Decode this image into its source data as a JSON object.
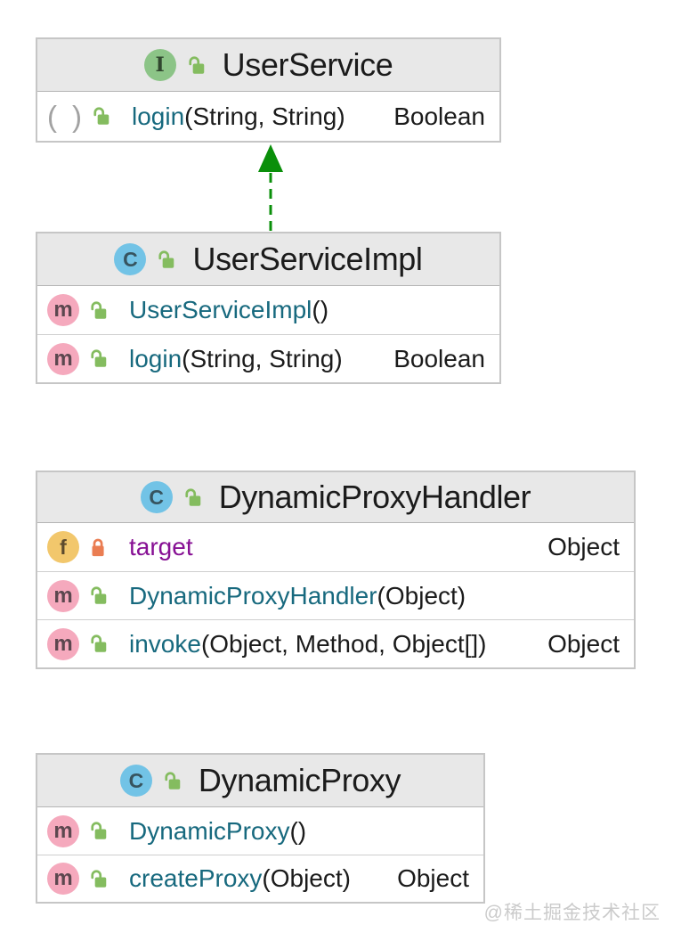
{
  "diagram": {
    "classes": [
      {
        "title": "UserService",
        "stereotype": "interface",
        "members": [
          {
            "kind": "abstract-method",
            "name": "login",
            "params": "(String, String)",
            "returns": "Boolean"
          }
        ]
      },
      {
        "title": "UserServiceImpl",
        "stereotype": "class",
        "members": [
          {
            "kind": "method",
            "name": "UserServiceImpl",
            "params": "()",
            "returns": ""
          },
          {
            "kind": "method",
            "name": "login",
            "params": "(String, String)",
            "returns": "Boolean"
          }
        ]
      },
      {
        "title": "DynamicProxyHandler",
        "stereotype": "class",
        "members": [
          {
            "kind": "field",
            "name": "target",
            "params": "",
            "returns": "Object"
          },
          {
            "kind": "method",
            "name": "DynamicProxyHandler",
            "params": "(Object)",
            "returns": ""
          },
          {
            "kind": "method",
            "name": "invoke",
            "params": "(Object, Method, Object[])",
            "returns": "Object"
          }
        ]
      },
      {
        "title": "DynamicProxy",
        "stereotype": "class",
        "members": [
          {
            "kind": "method",
            "name": "DynamicProxy",
            "params": "()",
            "returns": ""
          },
          {
            "kind": "method",
            "name": "createProxy",
            "params": "(Object)",
            "returns": "Object"
          }
        ]
      }
    ],
    "relation": {
      "type": "implements",
      "from": "UserServiceImpl",
      "to": "UserService"
    }
  },
  "icons": {
    "interface_letter": "I",
    "class_letter": "C",
    "method_letter": "m",
    "field_letter": "f",
    "paren_left": "(",
    "paren_right": ")"
  },
  "watermark": "@稀土掘金技术社区",
  "colors": {
    "method_name": "#17697e",
    "field_name": "#871094",
    "arrow_green": "#0a8f0a",
    "interface_icon": "#8cc487",
    "class_icon": "#72c3e6",
    "method_icon": "#f5a9bd",
    "field_icon": "#f2c76c",
    "unlock_icon": "#84bc5f",
    "lock_icon": "#ea7d52",
    "header_bg": "#e8e8e8"
  }
}
